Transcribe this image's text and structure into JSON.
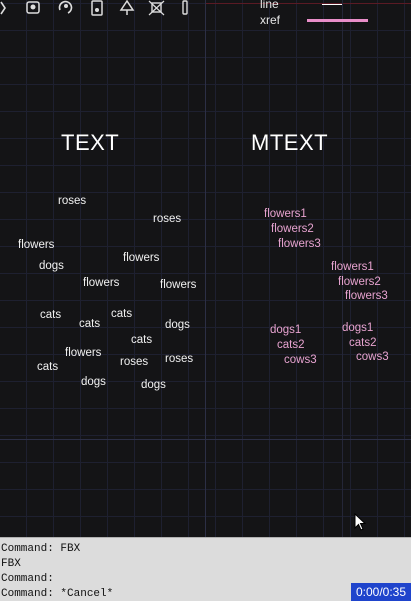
{
  "toolbar": {
    "icons": [
      "camera-icon",
      "printer-icon",
      "rotate-icon",
      "phone-icon",
      "lamp-icon",
      "snap-icon",
      "pen-icon"
    ]
  },
  "legend": {
    "line_label": "line",
    "xref_label": "xref",
    "xref_color": "#e98ec9"
  },
  "headings": {
    "text": "TEXT",
    "mtext": "MTEXT"
  },
  "text_items": [
    "roses",
    "roses",
    "flowers",
    "flowers",
    "dogs",
    "flowers",
    "flowers",
    "cats",
    "cats",
    "cats",
    "dogs",
    "cats",
    "flowers",
    "roses",
    "roses",
    "cats",
    "dogs",
    "dogs"
  ],
  "mtext_groups": [
    {
      "lines": [
        "flowers1",
        "flowers2",
        "flowers3"
      ]
    },
    {
      "lines": [
        "flowers1",
        "flowers2",
        "flowers3"
      ]
    },
    {
      "lines": [
        "dogs1",
        "cats2",
        "cows3"
      ]
    },
    {
      "lines": [
        "dogs1",
        "cats2",
        "cows3"
      ]
    }
  ],
  "mtext_color": "#e7a3d0",
  "command_line": {
    "lines": [
      "Command: FBX",
      "FBX",
      "Command:",
      "Command: *Cancel*"
    ],
    "timer": "0:00/0:35"
  }
}
